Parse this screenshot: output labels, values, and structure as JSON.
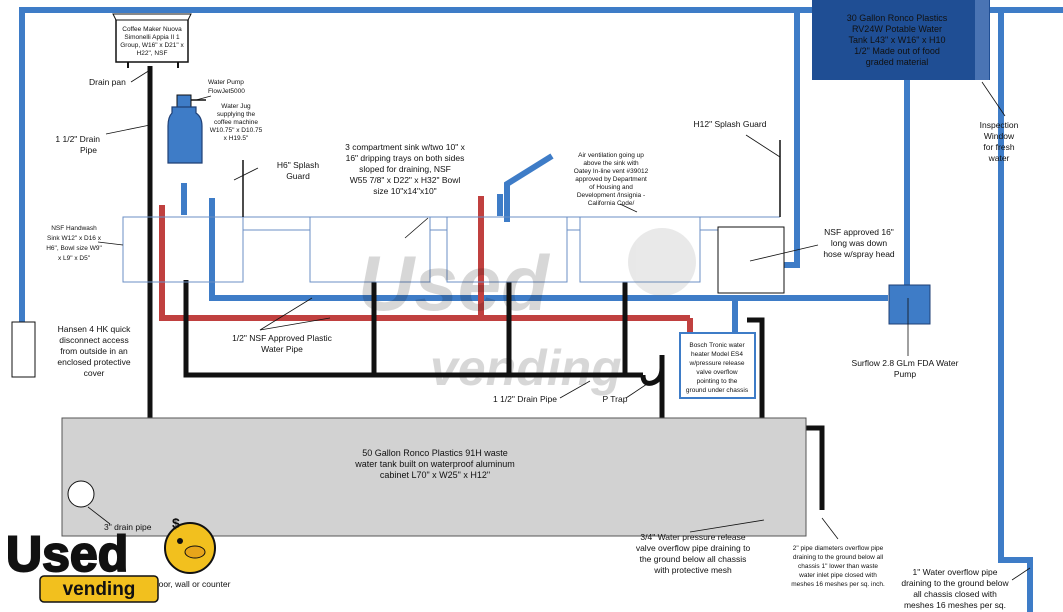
{
  "colors": {
    "fresh_pipe": "#3e7cc7",
    "hot_pipe": "#c0403f",
    "drain_pipe": "#111111",
    "tank_fill": "#1f4e94",
    "waste_tank_fill": "#d2d2d2"
  },
  "coffee_maker": {
    "label": [
      "Coffee Maker Nuova",
      "Simonelli Appia II 1",
      "Group, W16\" x D21\" x",
      "H22\", NSF"
    ]
  },
  "labels": {
    "drain_pan": [
      "Drain pan"
    ],
    "water_pump": [
      "Water Pump",
      "FlowJet5000"
    ],
    "water_jug": [
      "Water Jug",
      "supplying the",
      "coffee machine",
      "W10.75\" x D10.75",
      "x H19.5\""
    ],
    "drain_pipe_112": [
      "1 1/2\" Drain",
      "Pipe"
    ],
    "splash_h6": [
      "H6\" Splash",
      "Guard"
    ],
    "sink_3comp": [
      "3 compartment sink w/two 10\" x",
      "16\" dripping trays on both sides",
      "sloped for draining, NSF",
      "W55 7/8\" x D22\" x H32\" Bowl",
      "size 10\"x14\"x10\""
    ],
    "air_vent": [
      "Air ventilation going up",
      "above the sink with",
      "Oatey In-line vent #39012",
      "approved by Department",
      "of Housing and",
      "Development /Insignia -",
      "California Code/"
    ],
    "splash_h12": [
      "H12\" Splash Guard"
    ],
    "handwash": [
      "NSF Handwash",
      "Sink W12\" x D16 x",
      "H6\", Bowl size W9\"",
      "x L9\" x D5\""
    ],
    "hansen": [
      "Hansen 4 HK quick",
      "disconnect access",
      "from outside in an",
      "enclosed protective",
      "cover"
    ],
    "water_pipe_12": [
      "1/2\" NSF Approved Plastic",
      "Water Pipe"
    ],
    "hose": [
      "NSF approved 16\"",
      "long was down",
      "hose w/spray head"
    ],
    "heater": [
      "Bosch Tronic water",
      "heater Model ES4",
      "w/pressure release",
      "valve overflow",
      "pointing to the",
      "ground under chassis"
    ],
    "surflow": [
      "Surflow 2.8 GLm FDA Water",
      "Pump"
    ],
    "drain_pipe_lower": [
      "1 1/2\" Drain Pipe"
    ],
    "ptrap": [
      "P Trap"
    ],
    "fresh_tank": [
      "30 Gallon Ronco Plastics",
      "RV24W Potable Water",
      "Tank L43\" x W16\" x H10",
      "1/2\" Made out of food",
      "graded material"
    ],
    "inspection": [
      "Inspection",
      "Window",
      "for fresh",
      "water"
    ],
    "waste_tank": [
      "50 Gallon Ronco Plastics 91H waste",
      "water tank built on waterproof aluminum",
      "cabinet L70\" x W25\" x H12\""
    ],
    "drain_3in": [
      "3\" drain pipe"
    ],
    "pressure_release": [
      "3/4\" Water pressure release",
      "valve overflow pipe draining to",
      "the ground below all chassis",
      "with protective mesh"
    ],
    "pipe_2in": [
      "2\" pipe diameters overflow pipe",
      "draining to the ground below all",
      "chassis 1\" lower than waste",
      "water inlet pipe closed with",
      "meshes 16 meshes per sq. inch."
    ],
    "overflow_1in": [
      "1\" Water overflow pipe",
      "draining to the ground below",
      "all chassis closed with",
      "meshes 16 meshes per sq."
    ],
    "secured": [
      "- all equipment secured to the floor, wall or counter"
    ]
  },
  "watermark": {
    "brand_top": "Used",
    "brand_bottom": "vending",
    "big_left": "Used",
    "big_right": "vending"
  }
}
